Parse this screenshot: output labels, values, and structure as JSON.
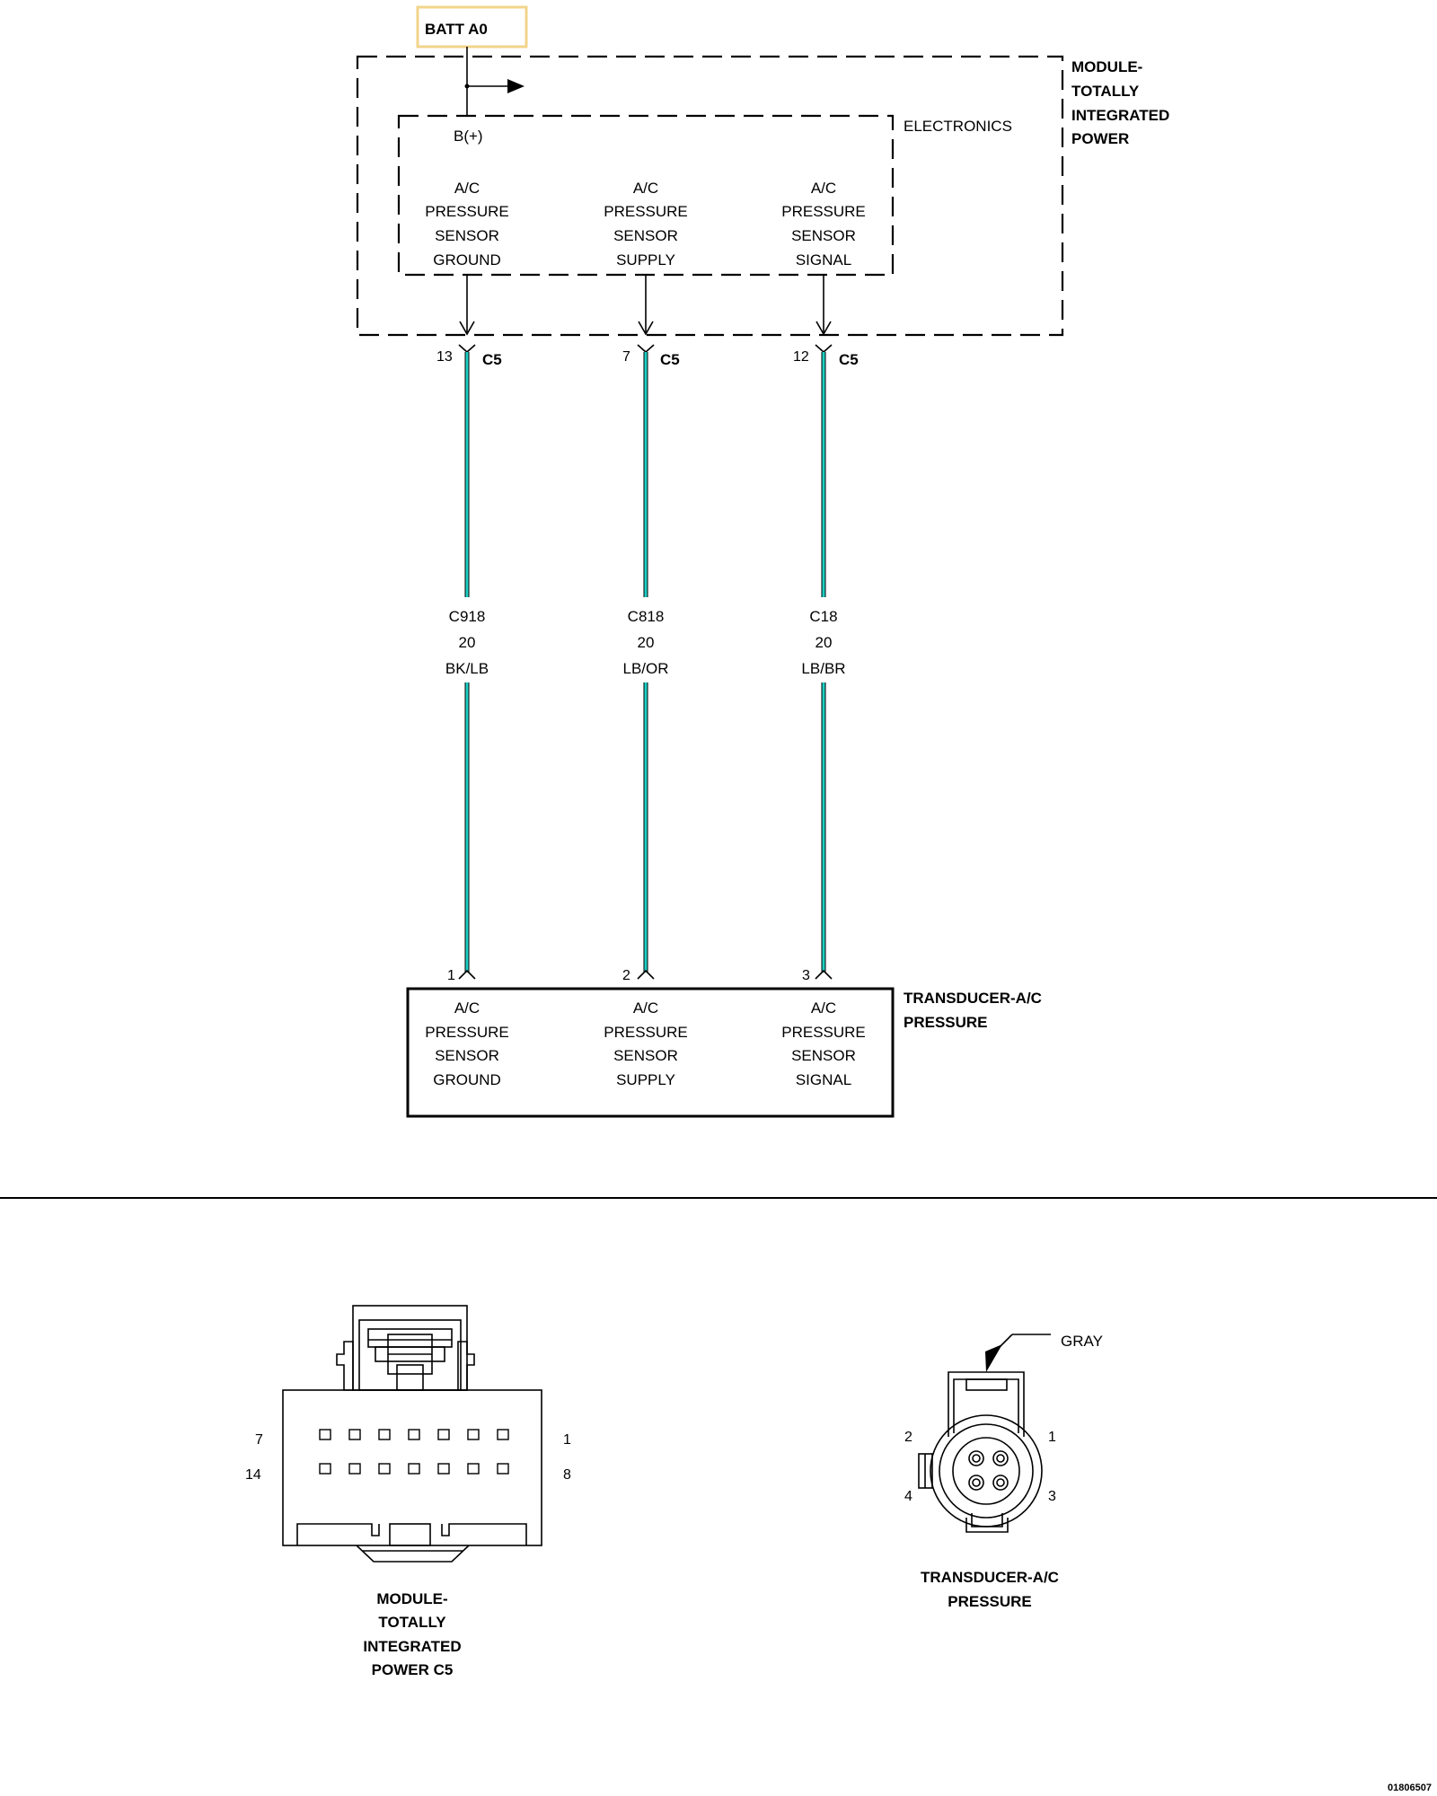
{
  "batt": {
    "label": "BATT A0",
    "highlight": "#f2d48a"
  },
  "module": {
    "title_lines": [
      "MODULE-",
      "TOTALLY",
      "INTEGRATED",
      "POWER"
    ],
    "electronics_label": "ELECTRONICS",
    "bplus_label": "B(+)",
    "functions": [
      [
        "A/C",
        "PRESSURE",
        "SENSOR",
        "GROUND"
      ],
      [
        "A/C",
        "PRESSURE",
        "SENSOR",
        "SUPPLY"
      ],
      [
        "A/C",
        "PRESSURE",
        "SENSOR",
        "SIGNAL"
      ]
    ]
  },
  "wires": [
    {
      "module_pin": "13",
      "connector": "C5",
      "circuit": "C918",
      "gauge": "20",
      "color": "BK/LB",
      "transducer_pin": "1",
      "stripe": "#1ecfc4"
    },
    {
      "module_pin": "7",
      "connector": "C5",
      "circuit": "C818",
      "gauge": "20",
      "color": "LB/OR",
      "transducer_pin": "2",
      "stripe": "#1ecfc4"
    },
    {
      "module_pin": "12",
      "connector": "C5",
      "circuit": "C18",
      "gauge": "20",
      "color": "LB/BR",
      "transducer_pin": "3",
      "stripe": "#1ecfc4"
    }
  ],
  "transducer": {
    "title_lines": [
      "TRANSDUCER-A/C",
      "PRESSURE"
    ],
    "functions": [
      [
        "A/C",
        "PRESSURE",
        "SENSOR",
        "GROUND"
      ],
      [
        "A/C",
        "PRESSURE",
        "SENSOR",
        "SUPPLY"
      ],
      [
        "A/C",
        "PRESSURE",
        "SENSOR",
        "SIGNAL"
      ]
    ]
  },
  "c5_view": {
    "pin_labels": {
      "top_left": "7",
      "top_right": "1",
      "bottom_left": "14",
      "bottom_right": "8"
    },
    "caption_lines": [
      "MODULE-",
      "TOTALLY",
      "INTEGRATED",
      "POWER C5"
    ]
  },
  "transducer_view": {
    "color_label": "GRAY",
    "pin_labels": {
      "top_left": "2",
      "top_right": "1",
      "bottom_left": "4",
      "bottom_right": "3"
    },
    "caption_lines": [
      "TRANSDUCER-A/C",
      "PRESSURE"
    ]
  },
  "figure_id": "01806507"
}
